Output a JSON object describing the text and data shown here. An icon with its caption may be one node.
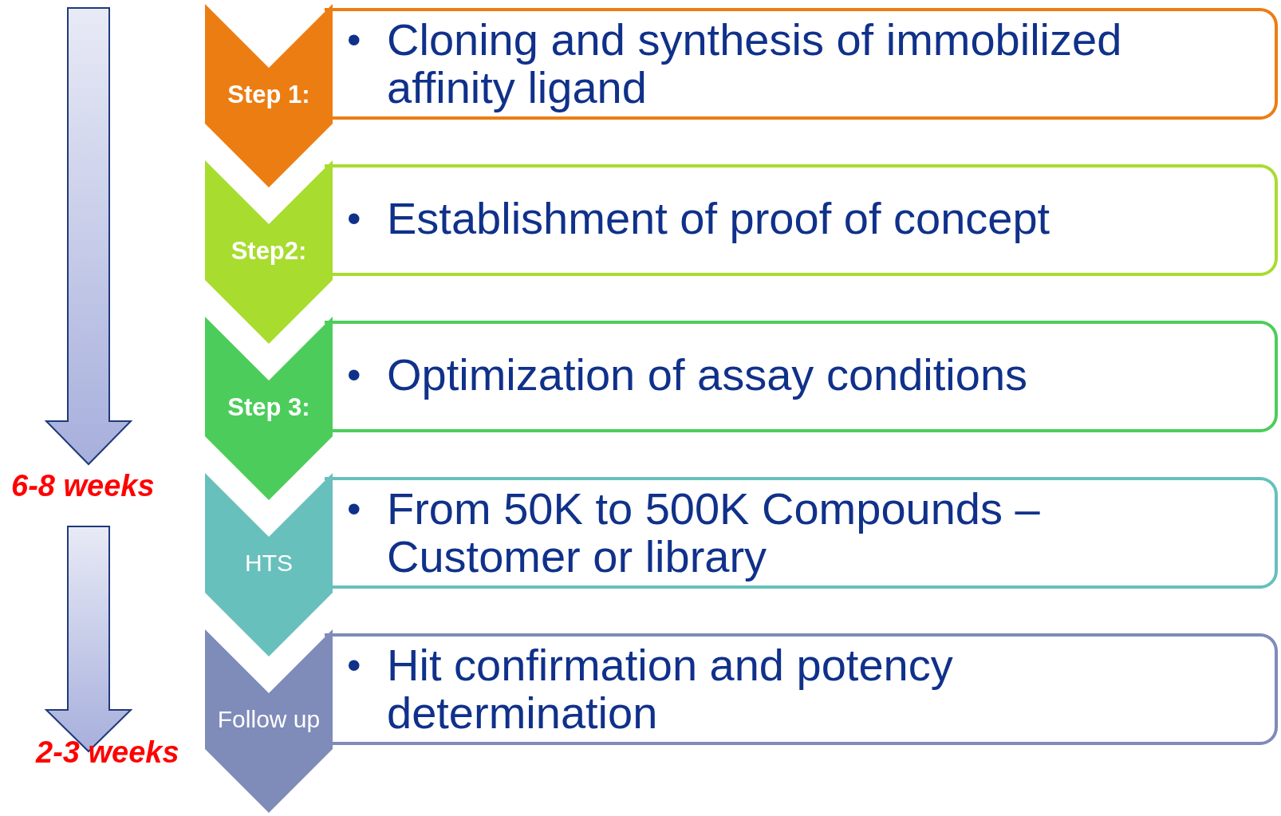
{
  "diagram": {
    "nodes": [
      {
        "text": [
          "Step 1:",
          "•",
          "Cloning and synthesis of immobilized affinity ligand"
        ]
      },
      {
        "text": [
          "Step2:",
          "•",
          "Establishment of proof of concept"
        ]
      },
      {
        "text": [
          "Step 3:",
          "•",
          "Optimization of assay conditions"
        ]
      },
      {
        "text": [
          "HTS",
          "•",
          "From 50K to 500K Compounds – Customer or library"
        ]
      },
      {
        "text": [
          "Follow up",
          "•",
          "Hit confirmation and potency determination"
        ]
      }
    ],
    "labels": [
      "6-8 weeks",
      "2-3 weeks"
    ]
  }
}
